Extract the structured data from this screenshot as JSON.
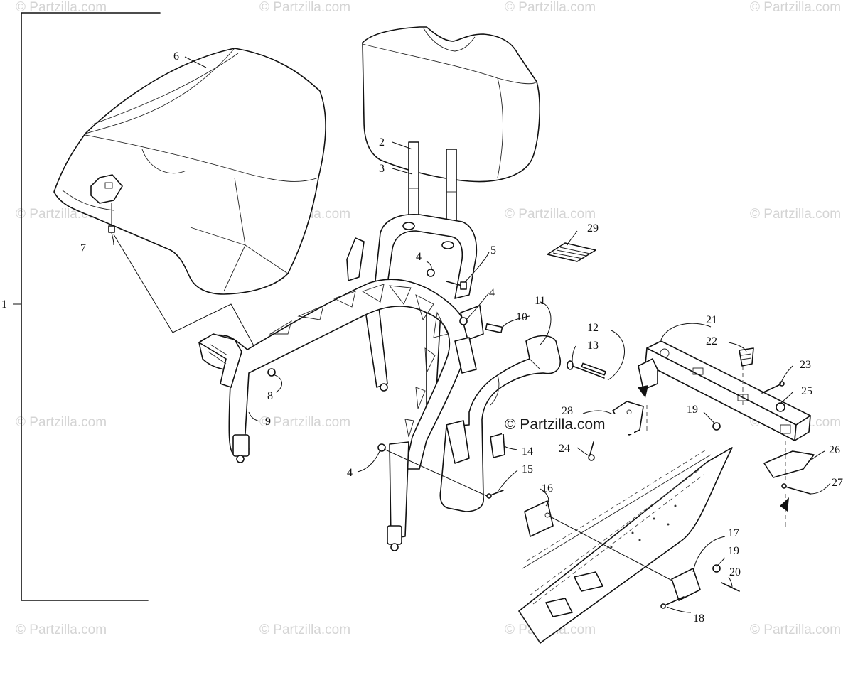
{
  "watermarks": {
    "text": "© Partzilla.com",
    "center_text": "© Partzilla.com"
  },
  "callouts": {
    "c1": "1",
    "c2": "2",
    "c3": "3",
    "c4a": "4",
    "c4b": "4",
    "c4c": "4",
    "c5": "5",
    "c6": "6",
    "c7": "7",
    "c8": "8",
    "c9": "9",
    "c10": "10",
    "c11": "11",
    "c12": "12",
    "c13": "13",
    "c14": "14",
    "c15": "15",
    "c16": "16",
    "c17": "17",
    "c18": "18",
    "c19a": "19",
    "c19b": "19",
    "c20": "20",
    "c21": "21",
    "c22": "22",
    "c23": "23",
    "c24": "24",
    "c25": "25",
    "c26": "26",
    "c27": "27",
    "c28": "28",
    "c29": "29"
  }
}
